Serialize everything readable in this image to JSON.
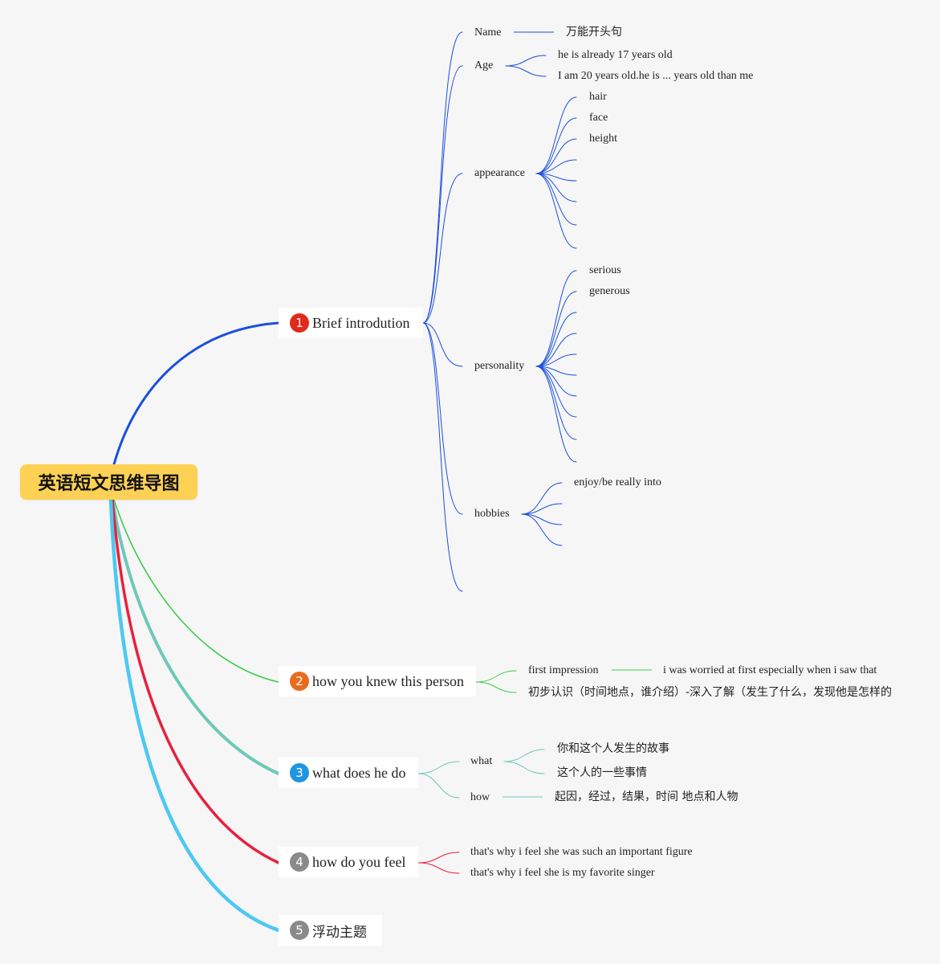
{
  "root": {
    "label": "英语短文思维导图"
  },
  "branches": {
    "b1": {
      "number": "1",
      "label": "Brief introdution",
      "color": "#1b4fde",
      "badge": "#e22a1a"
    },
    "b2": {
      "number": "2",
      "label": "how you knew this person",
      "color": "#3ccc4a",
      "badge": "#e96b1d"
    },
    "b3": {
      "number": "3",
      "label": "what does he do",
      "color": "#6ec8b8",
      "badge": "#1f96df"
    },
    "b4": {
      "number": "4",
      "label": "how do you feel",
      "color": "#e8203e",
      "badge": "#8a8a8a"
    },
    "b5": {
      "number": "5",
      "label": "浮动主题",
      "color": "#4cc8f2",
      "badge": "#8a8a8a"
    }
  },
  "intro": {
    "name": {
      "label": "Name",
      "value": "万能开头句"
    },
    "age": {
      "label": "Age",
      "items": [
        "he is already 17 years old",
        "I am 20 years old.he is ... years old than me"
      ]
    },
    "appearance": {
      "label": "appearance",
      "items": [
        "hair",
        "face",
        "height"
      ]
    },
    "personality": {
      "label": "personality",
      "items": [
        "serious",
        "generous"
      ]
    },
    "hobbies": {
      "label": "hobbies",
      "items": [
        "enjoy/be really into"
      ]
    }
  },
  "knew": {
    "first_impression": {
      "label": "first impression",
      "value": "i was worried at first especially when i saw that"
    },
    "process": "初步认识（时间地点，谁介绍）-深入了解（发生了什么，发现他是怎样的"
  },
  "does": {
    "what": {
      "label": "what",
      "items": [
        "你和这个人发生的故事",
        "这个人的一些事情"
      ]
    },
    "how": {
      "label": "how",
      "value": "起因，经过，结果，时间 地点和人物"
    }
  },
  "feel": {
    "items": [
      "that's why i feel she was such an important figure",
      "that's why i feel she is my favorite singer"
    ]
  }
}
